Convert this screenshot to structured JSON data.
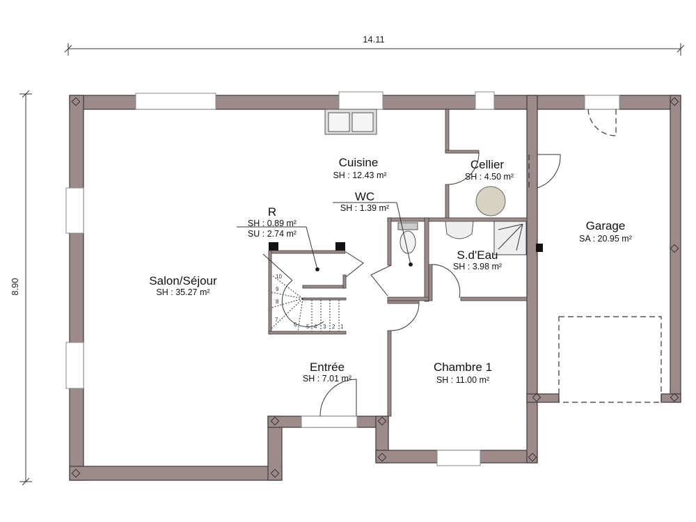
{
  "dimensions": {
    "width": "14.11",
    "height": "8.90"
  },
  "colors": {
    "wall": "#9d8b8b",
    "water_heater": "#d8d2c0"
  },
  "rooms": {
    "cuisine": {
      "name": "Cuisine",
      "area": "SH : 12.43 m²"
    },
    "cellier": {
      "name": "Cellier",
      "area": "SH : 4.50 m²"
    },
    "wc": {
      "name": "WC",
      "area": "SH : 1.39 m²"
    },
    "r": {
      "name": "R",
      "area": "SH : 0.89 m²",
      "area2": "SU : 2.74 m²"
    },
    "salon": {
      "name": "Salon/Séjour",
      "area": "SH : 35.27 m²"
    },
    "garage": {
      "name": "Garage",
      "area": "SA : 20.95 m²"
    },
    "sdeau": {
      "name": "S.d'Eau",
      "area": "SH : 3.98 m²"
    },
    "entree": {
      "name": "Entrée",
      "area": "SH : 7.01 m²"
    },
    "chambre1": {
      "name": "Chambre 1",
      "area": "SH : 11.00 m²"
    }
  },
  "stairs": {
    "steps": [
      "1",
      "2",
      "3",
      "4",
      "5",
      "6",
      "7",
      "8",
      "9",
      "10"
    ]
  }
}
